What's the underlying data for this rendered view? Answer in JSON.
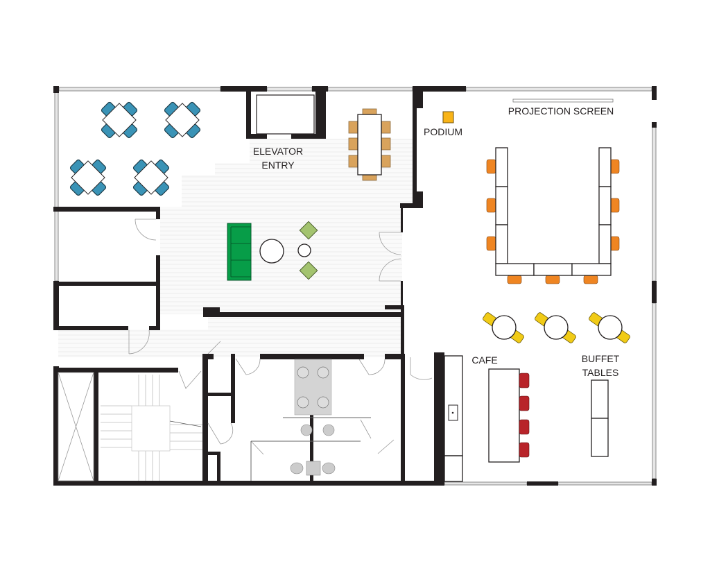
{
  "title": "Floor plan",
  "labels": {
    "elevator_entry_line1": "ELEVATOR",
    "elevator_entry_line2": "ENTRY",
    "podium": "PODIUM",
    "projection_screen": "PROJECTION SCREEN",
    "cafe": "CAFE",
    "buffet_line1": "BUFFET",
    "buffet_line2": "TABLES"
  },
  "colors": {
    "wall": "#231f20",
    "lounge_chair_blue": "#3a93b6",
    "dining_chair_tan": "#d9a35c",
    "sofa_green": "#079d48",
    "accent_chair_green": "#a3c36f",
    "podium_yellow": "#f9b417",
    "conference_chair_orange": "#ef8522",
    "cafe_chair_yellow": "#f1cb16",
    "stool_red": "#b8242a",
    "floor_hatch": "#f2f2f2",
    "fixture_gray": "#d4d4d4"
  }
}
